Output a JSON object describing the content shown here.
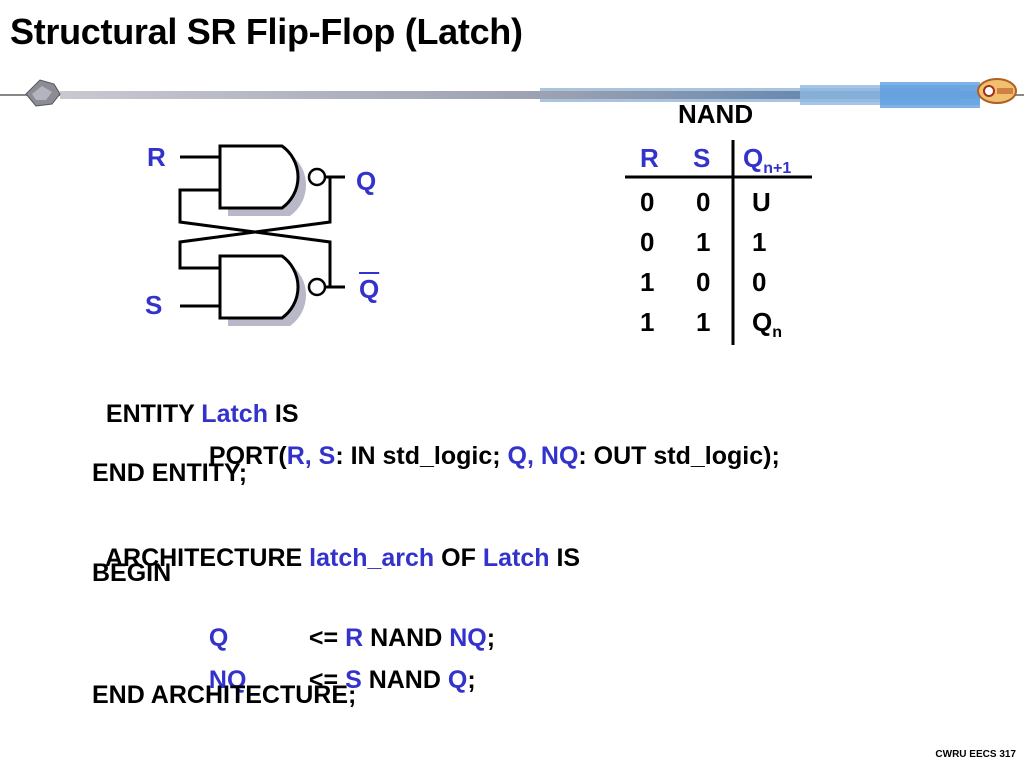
{
  "title": "Structural SR Flip-Flop (Latch)",
  "circuit": {
    "input_r": "R",
    "input_s": "S",
    "output_q": "Q",
    "output_nq": "Q"
  },
  "truth_table": {
    "title": "NAND",
    "headers": {
      "r": "R",
      "s": "S",
      "q": "Q",
      "q_sub": "n+1"
    },
    "rows": [
      {
        "r": "0",
        "s": "0",
        "q": "U",
        "q_sub": ""
      },
      {
        "r": "0",
        "s": "1",
        "q": "1",
        "q_sub": ""
      },
      {
        "r": "1",
        "s": "0",
        "q": "0",
        "q_sub": ""
      },
      {
        "r": "1",
        "s": "1",
        "q": "Q",
        "q_sub": "n"
      }
    ]
  },
  "code": {
    "line1": {
      "a": "ENTITY ",
      "b": "Latch",
      "c": " IS"
    },
    "line2": {
      "a": "PORT(",
      "b": "R, S",
      "c": ": IN std_logic; ",
      "d": "Q, NQ",
      "e": ": OUT std_logic);"
    },
    "line3": "END ENTITY;",
    "line4": {
      "a": "ARCHITECTURE ",
      "b": "latch_arch",
      "c": " OF ",
      "d": "Latch",
      "e": " IS"
    },
    "line5": "BEGIN",
    "line6": {
      "a": "Q",
      "b": "<= ",
      "c": "R",
      "d": " NAND ",
      "e": "NQ",
      "f": ";"
    },
    "line7": {
      "a": "NQ",
      "b": "<= ",
      "c": "S",
      "d": " NAND ",
      "e": "Q",
      "f": ";"
    },
    "line8": "END ARCHITECTURE;"
  },
  "footer": "CWRU EECS 317",
  "colors": {
    "keyword_blue": "#3333cc",
    "text": "#000000",
    "gate_shadow": "#b8b8c8"
  }
}
